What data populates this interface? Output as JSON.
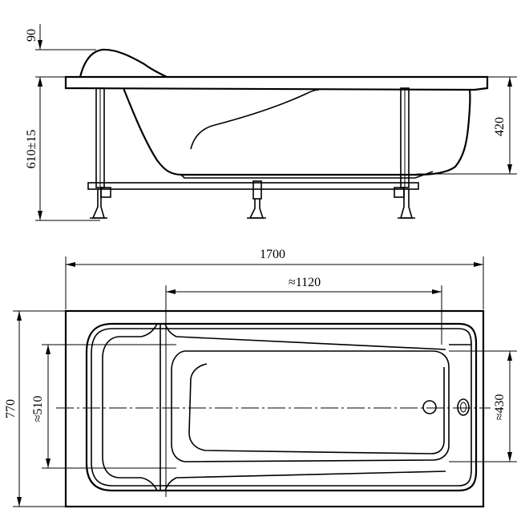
{
  "dimensions": {
    "rim_height": "90",
    "total_height": "610±15",
    "inner_depth": "420",
    "length": "1700",
    "inner_length": "≈1120",
    "width": "770",
    "inner_width_head": "≈510",
    "inner_width_foot": "≈430"
  }
}
